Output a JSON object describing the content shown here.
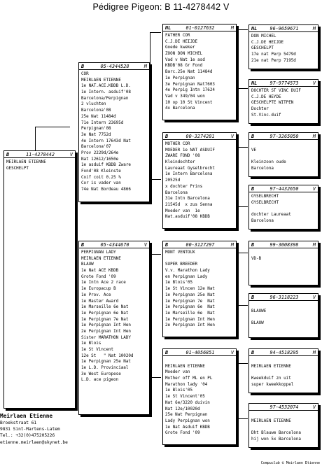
{
  "title": "Pédigree Pigeon: B   11-4278442 V",
  "pigeons": {
    "subject": {
      "country": "B",
      "ring": "11-4278442",
      "sex": "V",
      "lines": [
        "MEIRLAEN ETIENNE",
        "GESCHELPT"
      ]
    },
    "sire": {
      "country": "B",
      "ring": "05-4344528",
      "sex": "M",
      "lines": [
        "COR",
        "MEIRLAEN ETIENNE",
        "1e NAT.ACE.KBDB L.D.",
        "1e Intern. asduif'08",
        "Barcelona/Perpignan",
        "2 vluchten",
        "Barcelona'08",
        "25e Nat 11484d",
        "71e Intern 23695d",
        "Perpignan'08",
        "3e Nat 7752d",
        "4e Intern 17643d Nat",
        "Barcelona'07",
        "Prov 2229d/264e",
        "Nat 12612/1650e",
        "1e asduif KBDB Zware",
        "Fond'08 Kleinste",
        "Coif coit 0.25 %",
        "Cor is vader van",
        "74e Nat Bordeau 4866"
      ]
    },
    "dam": {
      "country": "B",
      "ring": "05-4344670",
      "sex": "V",
      "lines": [
        "PERPIGNAN LADY",
        "MEIRLAEN ETIENNE",
        "BLAUW",
        "1e Nat ACE KBDB",
        "Grote Fond '09",
        "1e Intn Ace 2 race",
        "1e Europacup B",
        "1e Prov. Ace",
        "1e Master Award",
        "1e Marseille 6e Nat",
        "1e Perpignan 6e Nat",
        "1e Perpignan 7e Nat",
        "1e Perpignan Int Hen",
        "2e Perpignan Int Hen",
        "Sister MARATHON LADY",
        "1e Blois",
        "1e St Vincent",
        "12e St   \" Nat 10020d",
        "1e Perpignan 25e Nat",
        "1e L.D. Provinciaal",
        "3e West Europese",
        "L.D. ace pigeon"
      ]
    },
    "ss": {
      "country": "NL",
      "ring": "01-0127632",
      "sex": "M",
      "lines": [
        "FATHER COR",
        "C.J.DE HEIJDE",
        "Goede kweker",
        "ZOON DON MICHEL",
        "Vad v Nat 1e asd",
        "KBDB'08 Gr Fond",
        "Barc.25e Nat 11484d",
        "1e Perpignan",
        "3e Perpignan Nat7603",
        "4e Perpig Intn 17624",
        "Vad v 349/04 won",
        "10 op 10 St Vincent",
        "4x Barcelona"
      ]
    },
    "sd": {
      "country": "B",
      "ring": "00-3274201",
      "sex": "V",
      "lines": [
        "MOTHER COR",
        "MOEDER 1e NAT ASDUIF",
        "ZWARE FOND '08",
        "Kleindochter",
        "Laureaat Gyselbrecht",
        "1e Intern Barcelona",
        "20525d",
        "x dochter Prins",
        "Barcelona",
        "31e Intn Barcelona",
        "21545d  x zus Senna",
        "Moeder van  1e",
        "Nat.asduif'08 KBDB"
      ]
    },
    "ds": {
      "country": "B",
      "ring": "00-3127297",
      "sex": "M",
      "lines": [
        "MONT VENTOUX",
        "",
        "SUPER BREEDER",
        "V.v. Marathon Lady",
        "en Perpignan Lady",
        "1e Blois'05",
        "1e St Vincen 12e Nat",
        "1e Perpignan 25e Nat",
        "1e Perpignan 7e  Nat",
        "1e Perpignan 6e  Nat",
        "1e Marseille 6e  Nat",
        "1e Perpignan Int Hen",
        "2e Perpignan Int Hen"
      ]
    },
    "dd": {
      "country": "B",
      "ring": "01-4056851",
      "sex": "V",
      "lines": [
        "",
        "MEIRLAEN ETIENNE",
        "Moeder van",
        "Mother off ML en PL",
        "Marathon lady '04",
        "1e Blois'05",
        "1e St Vincent'05",
        "Nat 6e/3220 duivin",
        "Nat 12e/10020d",
        "25e Nat Perpignan",
        "Lady Perpignan won",
        "1e Nat Asduif KBDB",
        "Grote Fond '09"
      ]
    },
    "sss": {
      "country": "NL",
      "ring": "96-9659671",
      "sex": "M",
      "lines": [
        "DON MICHEL",
        "C.J.DE HEIJDE",
        "GESCHELPT",
        "17e nat Perp 5479d",
        "21e nat Perp 7195d"
      ]
    },
    "ssd": {
      "country": "NL",
      "ring": "97-9774573",
      "sex": "V",
      "lines": [
        "DOCHTER ST VINC DUIF",
        "C.J.DE HEYDE",
        "GESCHELPTE WITPEN",
        "Dochter",
        "St.Vinc.duif"
      ]
    },
    "sds": {
      "country": "B",
      "ring": "97-3265050",
      "sex": "M",
      "lines": [
        "",
        "VE",
        "",
        "Kleinzoon oude",
        "Barcelona"
      ]
    },
    "sdd": {
      "country": "B",
      "ring": "97-4432650",
      "sex": "V",
      "lines": [
        "GYSELBRECHT",
        "GYSELBRECHT",
        "",
        "dochter Laureaat",
        "Barcelona"
      ]
    },
    "dss": {
      "country": "B",
      "ring": "99-3008398",
      "sex": "M",
      "lines": [
        "",
        "VD-B",
        "",
        "",
        ""
      ]
    },
    "dsd": {
      "country": "B",
      "ring": "96-3118223",
      "sex": "V",
      "lines": [
        "",
        "BLAUWE",
        "",
        "BLAUW",
        ""
      ]
    },
    "dds": {
      "country": "B",
      "ring": "94-4518295",
      "sex": "M",
      "lines": [
        "",
        "MEIRLAEN ETIENNE",
        "",
        "Kweekduif zn uit",
        "super kweekkoppel"
      ]
    },
    "ddd": {
      "country": "",
      "ring": "97-4532074",
      "sex": "V",
      "lines": [
        "",
        "MEIRLAEN ETIENNE",
        "",
        "Dht Blauwe Barcelona",
        "hij won 5x Barcelona"
      ]
    }
  },
  "owner": {
    "name": "Meirlaen Etienne",
    "lines": [
      "Broekstraat 61",
      "9831  Sint-Martens-Latem",
      "Tel.: +32(0)475205226",
      "etienne.meirlaen@skynet.be"
    ]
  },
  "footer": "Compuclub © Meirlaen Etienne"
}
